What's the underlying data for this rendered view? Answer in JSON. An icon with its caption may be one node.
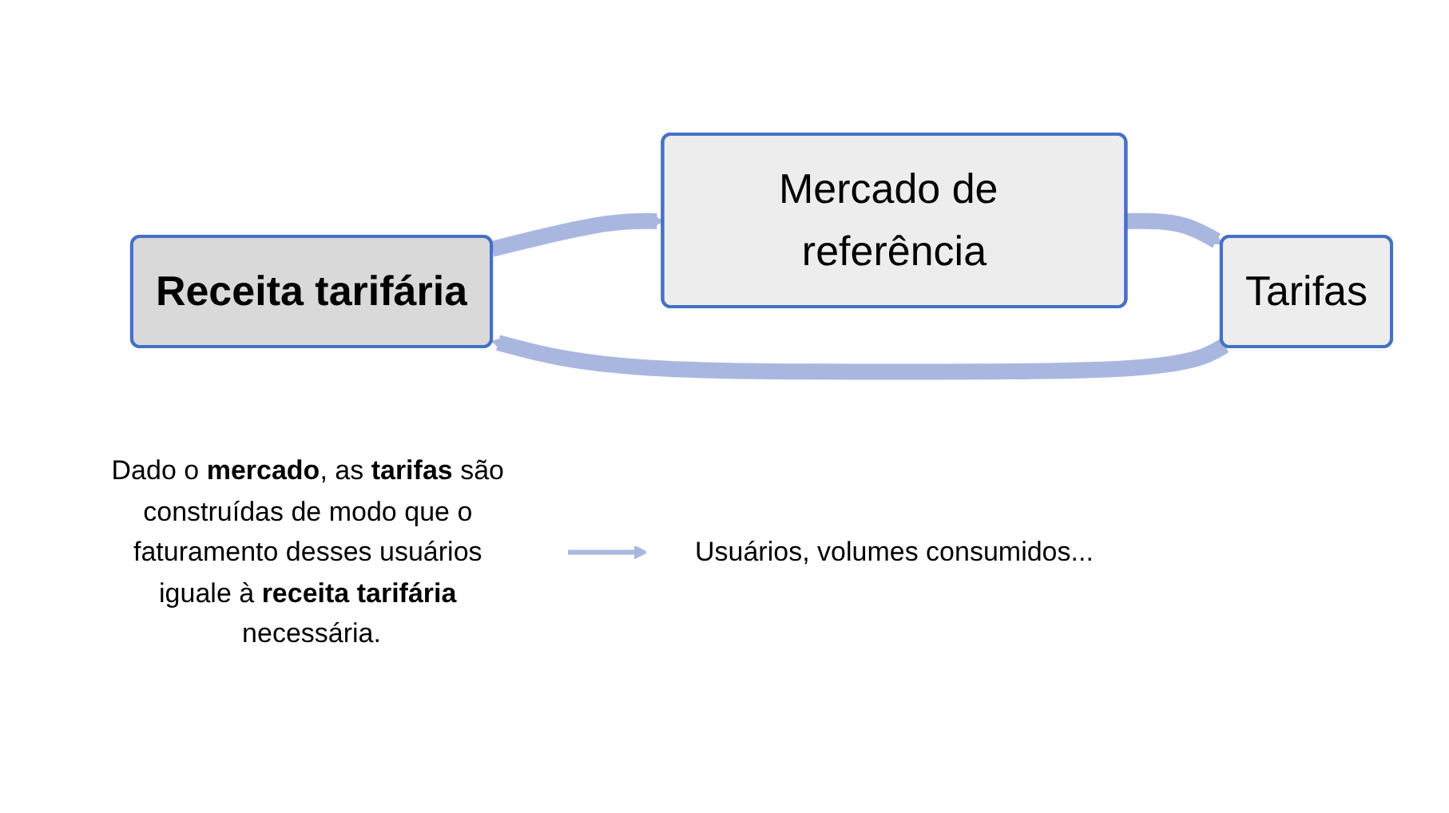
{
  "diagram": {
    "nodes": [
      {
        "text": [
          "Receita tarifária"
        ]
      },
      {
        "text": [
          "Mercado de referência"
        ]
      },
      {
        "text": [
          "Tarifas"
        ]
      },
      {
        "text": [
          "Dado o **mercado**, as **tarifas** são construídas de modo que o faturamento desses usuários iguale à **receita tarifária** necessária."
        ]
      },
      {
        "text": [
          "Usuários, volumes consumidos..."
        ]
      }
    ],
    "edges": [
      {
        "from": 0,
        "to": 1,
        "arrow": "to"
      },
      {
        "from": 1,
        "to": 2,
        "arrow": "to"
      },
      {
        "from": 2,
        "to": 0,
        "arrow": "to"
      },
      {
        "from": 3,
        "to": 4,
        "arrow": "to"
      }
    ]
  }
}
